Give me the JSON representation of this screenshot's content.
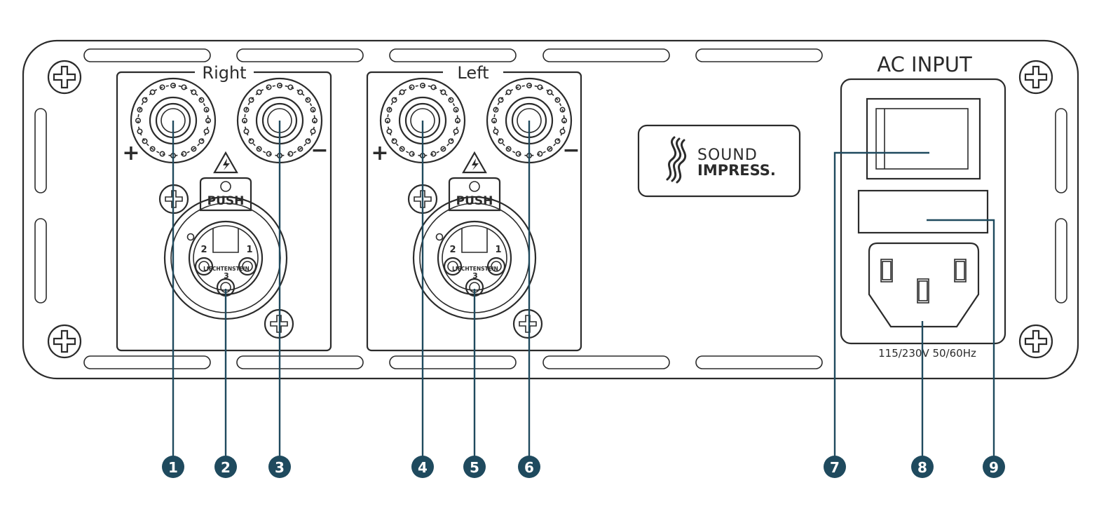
{
  "panel": {
    "right_label": "Right",
    "left_label": "Left",
    "plus": "+",
    "minus": "−",
    "push_label": "PUSH",
    "xlr_brand": "LIECHTENSTEIN",
    "xlr_pin_1": "1",
    "xlr_pin_2": "2",
    "xlr_pin_3": "3"
  },
  "logo": {
    "line1": "SOUND",
    "line2": "IMPRESS."
  },
  "ac": {
    "title": "AC INPUT",
    "voltage": "115/230V 50/60Hz"
  },
  "callouts": [
    "1",
    "2",
    "3",
    "4",
    "5",
    "6",
    "7",
    "8",
    "9"
  ],
  "colors": {
    "line": "#2b2b2b",
    "callout": "#1f4a5e",
    "background": "#ffffff"
  }
}
